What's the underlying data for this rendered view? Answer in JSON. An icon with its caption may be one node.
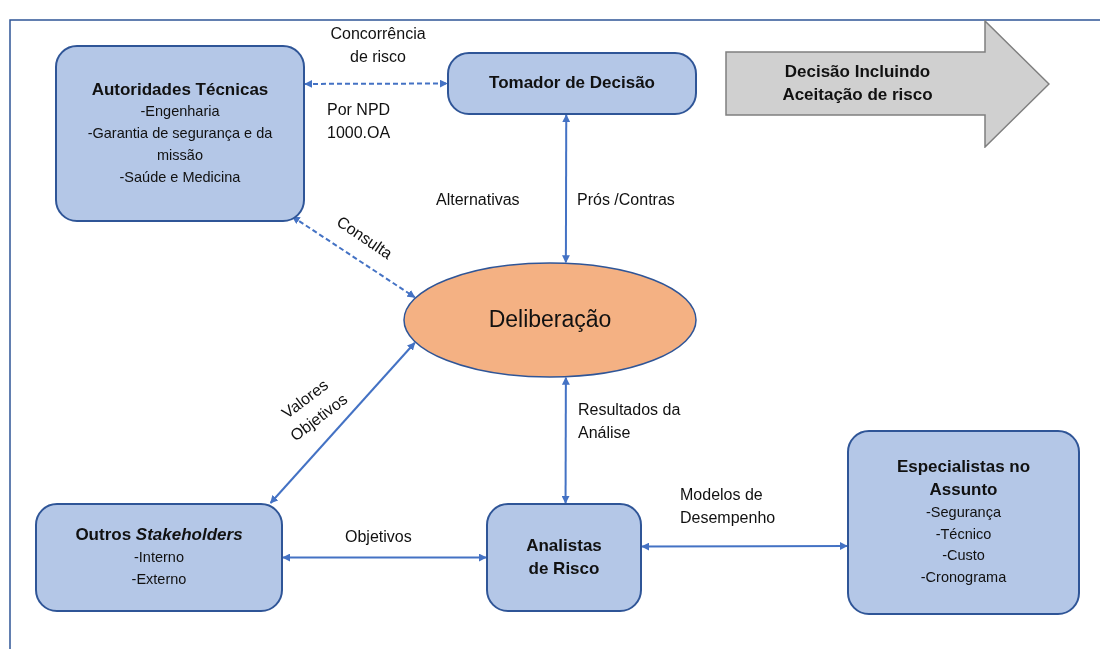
{
  "diagram": {
    "nodes": [
      {
        "text": [
          "Autoridades Técnicas",
          "-Engenharia",
          "-Garantia de segurança e da missão",
          "-Saúde e Medicina"
        ]
      },
      {
        "text": [
          "Tomador de Decisão"
        ]
      },
      {
        "text": [
          "Decisão Incluindo Aceitação de risco"
        ]
      },
      {
        "text": [
          "Deliberação"
        ]
      },
      {
        "text": [
          "Outros *Stakeholders*",
          "-Interno",
          "-Externo"
        ]
      },
      {
        "text": [
          "Analistas de Risco"
        ]
      },
      {
        "text": [
          "Especialistas no Assunto",
          "-Segurança",
          "-Técnico",
          "-Custo",
          "-Cronograma"
        ]
      }
    ],
    "edges": [
      {
        "from": 0,
        "to": 1,
        "arrow": "both",
        "style": "dashed",
        "label": "Concorrência de risco"
      },
      {
        "from": 1,
        "to": 3,
        "arrow": "both",
        "label": "Prós /Contras"
      },
      {
        "from": 0,
        "to": 3,
        "arrow": "both",
        "style": "dashed",
        "label": "Consulta"
      },
      {
        "from": 3,
        "to": 4,
        "arrow": "both",
        "label": "Valores Objetivos"
      },
      {
        "from": 3,
        "to": 5,
        "arrow": "both",
        "label": "Resultados da Análise"
      },
      {
        "from": 4,
        "to": 5,
        "arrow": "both",
        "label": "Objetivos"
      },
      {
        "from": 5,
        "to": 6,
        "arrow": "both",
        "label": "Modelos de Desempenho"
      }
    ],
    "labels": [
      "Por NPD 1000.OA",
      "Alternativas"
    ]
  }
}
